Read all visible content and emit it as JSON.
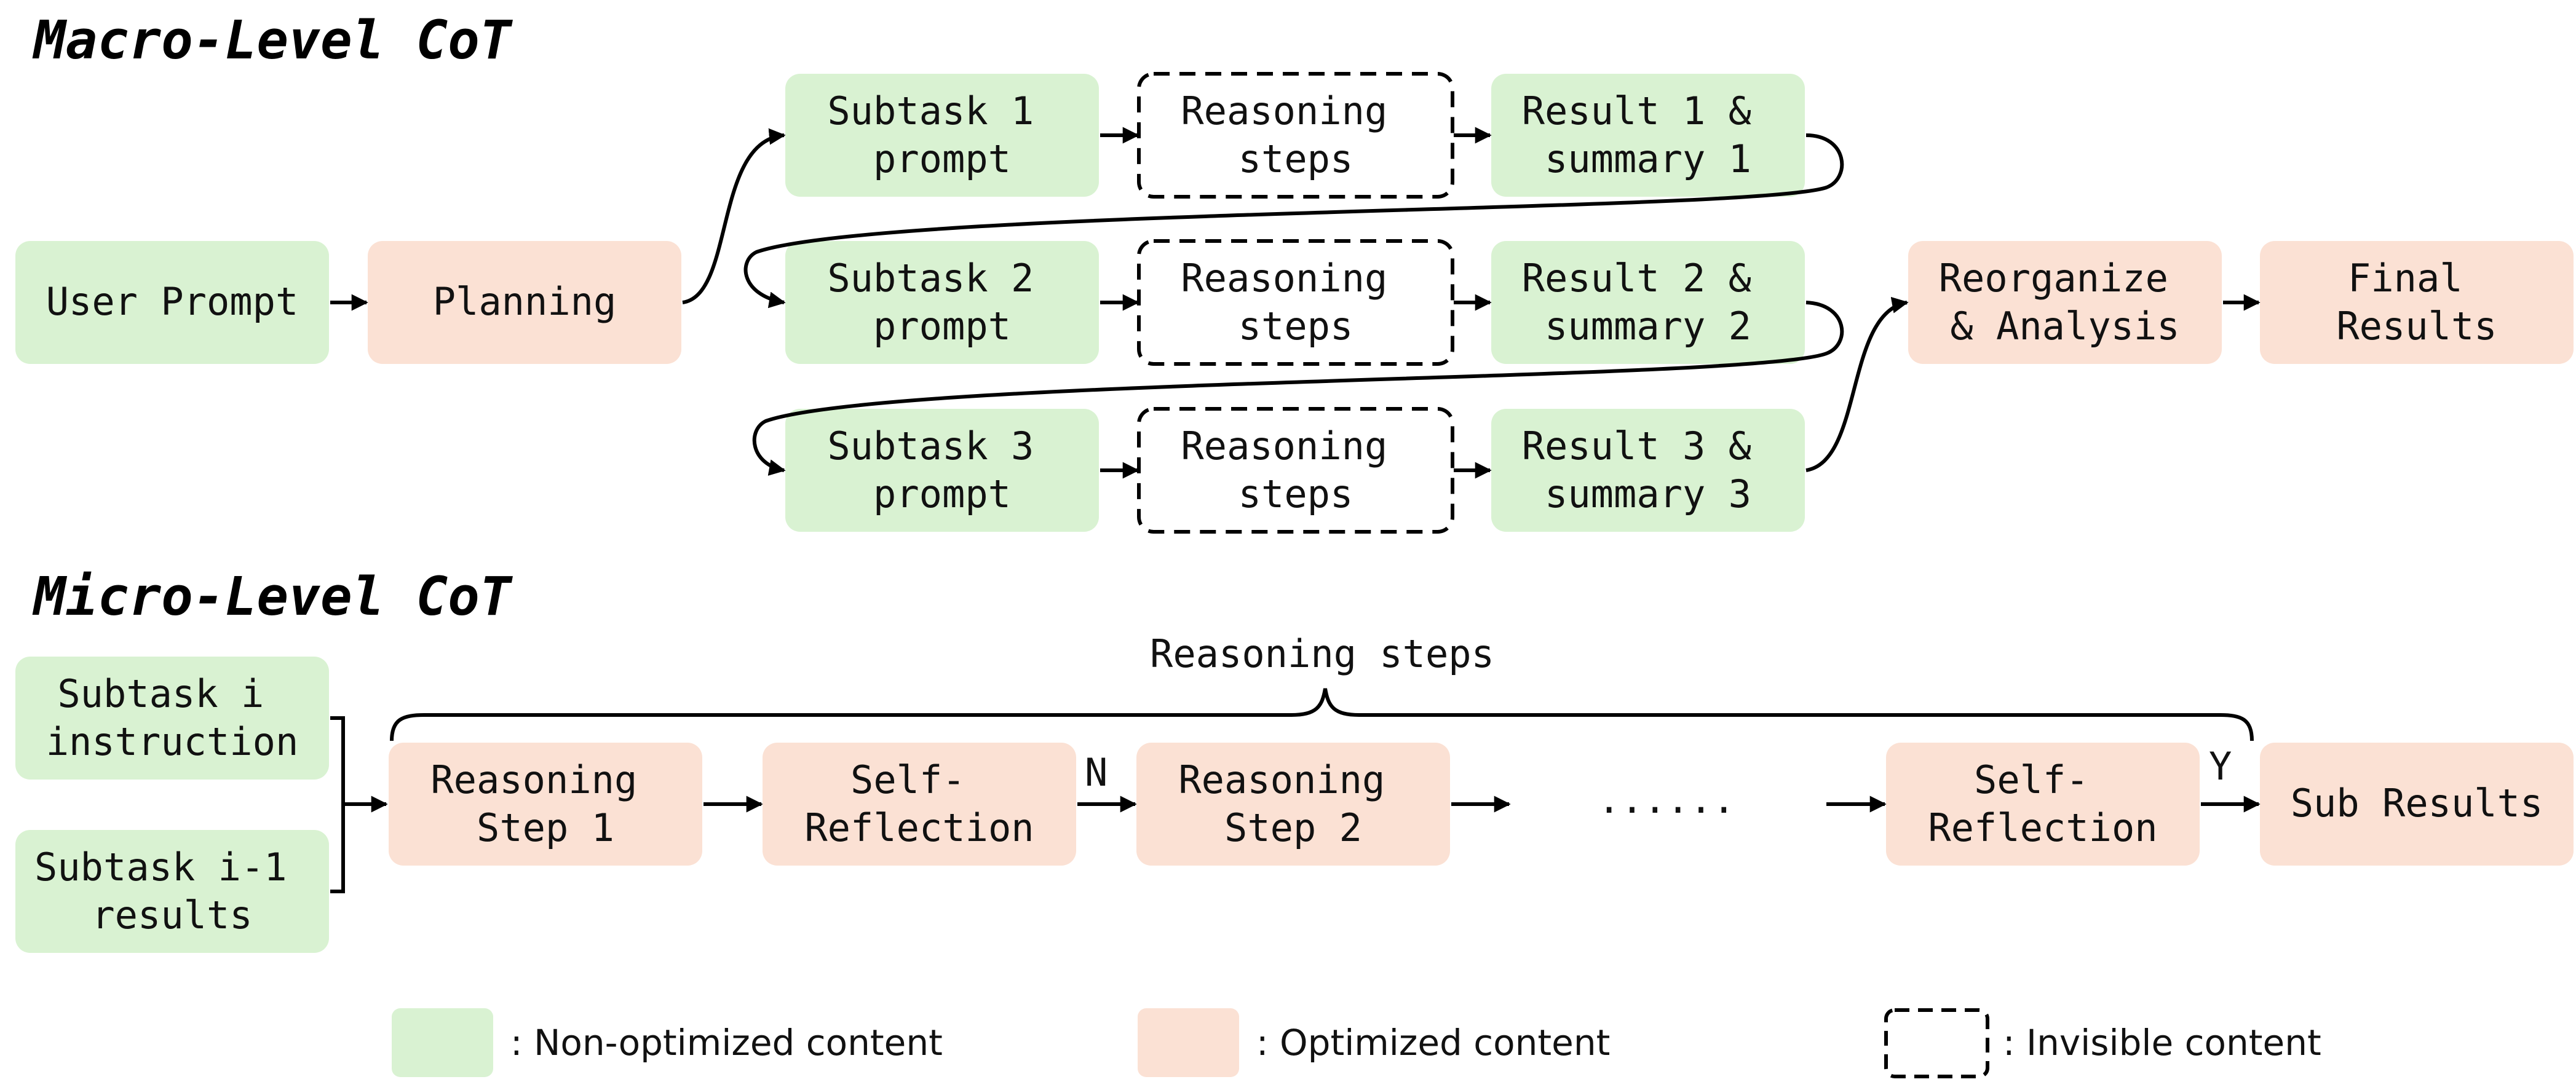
{
  "titles": {
    "macro": "Macro-Level CoT",
    "micro": "Micro-Level CoT"
  },
  "colors": {
    "green": "#d9f2d2",
    "orange": "#fbe1d4",
    "invisible_stroke": "#000000"
  },
  "macro": {
    "user_prompt": [
      "User Prompt"
    ],
    "planning": [
      "Planning"
    ],
    "subtask1_prompt": [
      "Subtask 1",
      "prompt"
    ],
    "subtask2_prompt": [
      "Subtask 2",
      "prompt"
    ],
    "subtask3_prompt": [
      "Subtask 3",
      "prompt"
    ],
    "reasoning1": [
      "Reasoning",
      "steps"
    ],
    "reasoning2": [
      "Reasoning",
      "steps"
    ],
    "reasoning3": [
      "Reasoning",
      "steps"
    ],
    "result1": [
      "Result 1 &",
      "summary 1"
    ],
    "result2": [
      "Result 2 &",
      "summary 2"
    ],
    "result3": [
      "Result 3 &",
      "summary 3"
    ],
    "reorganize": [
      "Reorganize",
      "& Analysis"
    ],
    "final": [
      "Final",
      "Results"
    ]
  },
  "micro": {
    "subtask_instruction": [
      "Subtask i",
      "instruction"
    ],
    "subtask_prev_results": [
      "Subtask i-1",
      "results"
    ],
    "reasoning_step1": [
      "Reasoning",
      "Step 1"
    ],
    "self_reflection1": [
      "Self-",
      "Reflection"
    ],
    "reasoning_step2": [
      "Reasoning",
      "Step 2"
    ],
    "ellipsis": "......",
    "self_reflection2": [
      "Self-",
      "Reflection"
    ],
    "sub_results": [
      "Sub Results"
    ],
    "brace_label": "Reasoning steps",
    "no_label": "N",
    "yes_label": "Y"
  },
  "legend": {
    "green": ": Non-optimized content",
    "orange": ": Optimized content",
    "invisible": ": Invisible content"
  }
}
